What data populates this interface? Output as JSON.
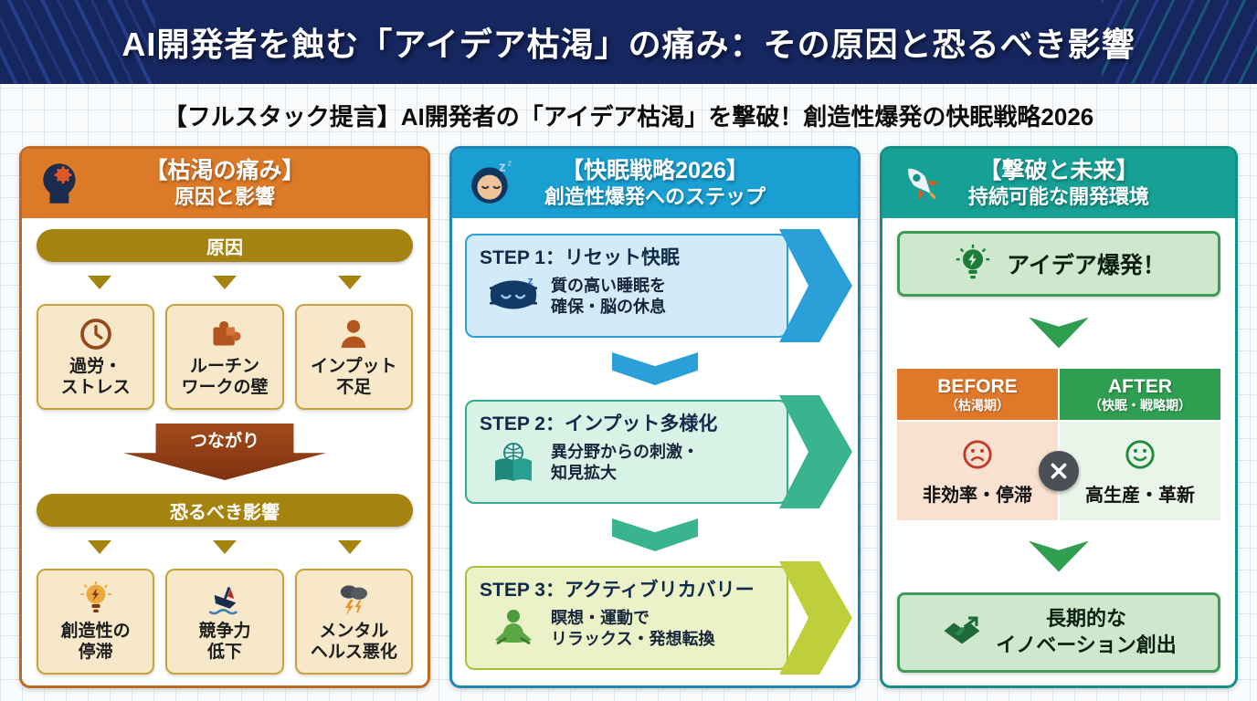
{
  "banner": {
    "title": "AI開発者を蝕む「アイデア枯渇」の痛み：その原因と恐るべき影響"
  },
  "subtitle": "【フルスタック提言】AI開発者の「アイデア枯渇」を撃破！創造性爆発の快眠戦略2026",
  "pain": {
    "header_line1": "【枯渇の痛み】",
    "header_line2": "原因と影響",
    "header_icon": "head-gear-icon",
    "cause_label": "原因",
    "causes": [
      {
        "label": "過労・\nストレス",
        "icon": "clock-icon"
      },
      {
        "label": "ルーチン\nワークの壁",
        "icon": "puzzle-icon"
      },
      {
        "label": "インプット\n不足",
        "icon": "person-icon"
      }
    ],
    "connector_label": "つながり",
    "effect_label": "恐るべき影響",
    "effects": [
      {
        "label": "創造性の\n停滞",
        "icon": "idea-bulb-icon"
      },
      {
        "label": "競争力\n低下",
        "icon": "sinking-ship-icon"
      },
      {
        "label": "メンタル\nヘルス悪化",
        "icon": "storm-cloud-icon"
      }
    ]
  },
  "strategy": {
    "header_line1": "【快眠戦略2026】",
    "header_line2": "創造性爆発へのステップ",
    "header_icon": "sleeping-face-icon",
    "steps": [
      {
        "title": "STEP 1：リセット快眠",
        "desc": "質の高い睡眠を\n確保・脳の休息",
        "icon": "sleep-mask-icon"
      },
      {
        "title": "STEP 2：インプット多様化",
        "desc": "異分野からの刺激・\n知見拡大",
        "icon": "book-globe-icon"
      },
      {
        "title": "STEP 3：アクティブリカバリー",
        "desc": "瞑想・運動で\nリラックス・発想転換",
        "icon": "meditation-icon"
      }
    ]
  },
  "future": {
    "header_line1": "【撃破と未来】",
    "header_line2": "持続可能な開発環境",
    "header_icon": "rocket-icon",
    "idea_label": "アイデア爆発！",
    "idea_icon": "green-bulb-icon",
    "comparison": {
      "before_label": "BEFORE",
      "before_period": "（枯渇期）",
      "before_value": "非効率・停滞",
      "before_icon": "sad-face-icon",
      "after_label": "AFTER",
      "after_period": "（快眠・戦略期）",
      "after_value": "高生産・革新",
      "after_icon": "happy-face-icon",
      "divider_icon": "x-mark-icon"
    },
    "outcome_label": "長期的な\nイノベーション創出",
    "outcome_icon": "handshake-icon"
  },
  "colors": {
    "banner_bg": "#16265e",
    "pain_accent": "#dd7a27",
    "gold": "#a5830f",
    "cream": "#f6e8c9",
    "brown_arrow": "#8f3f16",
    "strategy_accent": "#1a9fd2",
    "step1_fill": "#d3eaf8",
    "step2_fill": "#d9f2e6",
    "step3_fill": "#ebf2c8",
    "step2_accent": "#3ab48e",
    "step3_accent": "#bfcf3c",
    "future_accent": "#17a095",
    "green": "#2f9e50",
    "before_bg": "#e0782a",
    "after_bg": "#2f9e50"
  }
}
